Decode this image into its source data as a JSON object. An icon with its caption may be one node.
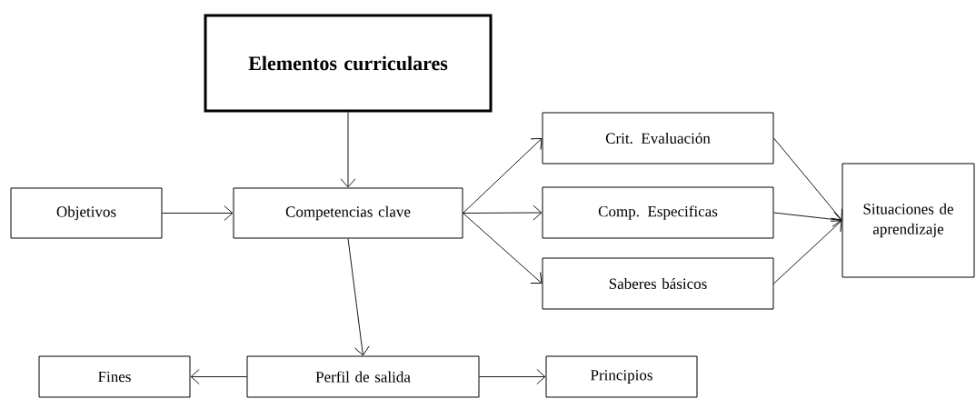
{
  "diagram": {
    "nodes": [
      {
        "text": [
          "Elementos curriculares"
        ]
      },
      {
        "text": [
          "Objetivos"
        ]
      },
      {
        "text": [
          "Competencias clave"
        ]
      },
      {
        "text": [
          "Crit. Evaluación"
        ]
      },
      {
        "text": [
          "Comp. Especificas"
        ]
      },
      {
        "text": [
          "Saberes básicos"
        ]
      },
      {
        "text": [
          "Situaciones de aprendizaje"
        ]
      },
      {
        "text": [
          "Fines"
        ]
      },
      {
        "text": [
          "Perfil de salida"
        ]
      },
      {
        "text": [
          "Principios"
        ]
      }
    ],
    "edges": [
      {
        "from": 0,
        "to": 2,
        "arrow": "to"
      },
      {
        "from": 1,
        "to": 2,
        "arrow": "to"
      },
      {
        "from": 2,
        "to": 3,
        "arrow": "to"
      },
      {
        "from": 2,
        "to": 4,
        "arrow": "to"
      },
      {
        "from": 2,
        "to": 5,
        "arrow": "to"
      },
      {
        "from": 3,
        "to": 6,
        "arrow": "to"
      },
      {
        "from": 4,
        "to": 6,
        "arrow": "to"
      },
      {
        "from": 5,
        "to": 6,
        "arrow": "to"
      },
      {
        "from": 2,
        "to": 8,
        "arrow": "to"
      },
      {
        "from": 8,
        "to": 7,
        "arrow": "to"
      },
      {
        "from": 8,
        "to": 9,
        "arrow": "to"
      }
    ]
  }
}
